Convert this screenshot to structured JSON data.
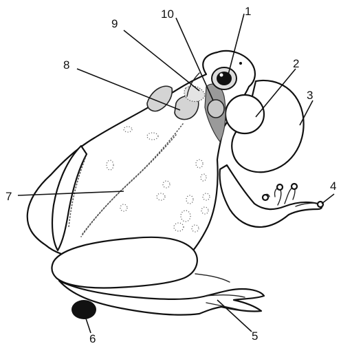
{
  "labels": [
    {
      "id": "1",
      "text": "1"
    },
    {
      "id": "2",
      "text": "2"
    },
    {
      "id": "3",
      "text": "3"
    },
    {
      "id": "4",
      "text": "4"
    },
    {
      "id": "5",
      "text": "5"
    },
    {
      "id": "6",
      "text": "6"
    },
    {
      "id": "7",
      "text": "7"
    },
    {
      "id": "8",
      "text": "8"
    },
    {
      "id": "9",
      "text": "9"
    },
    {
      "id": "10",
      "text": "10"
    }
  ],
  "colors": {
    "line": "#111111",
    "highlight_gray": "#9a9a9a",
    "highlight_light": "#c8c8c8",
    "vent": "#111111"
  }
}
